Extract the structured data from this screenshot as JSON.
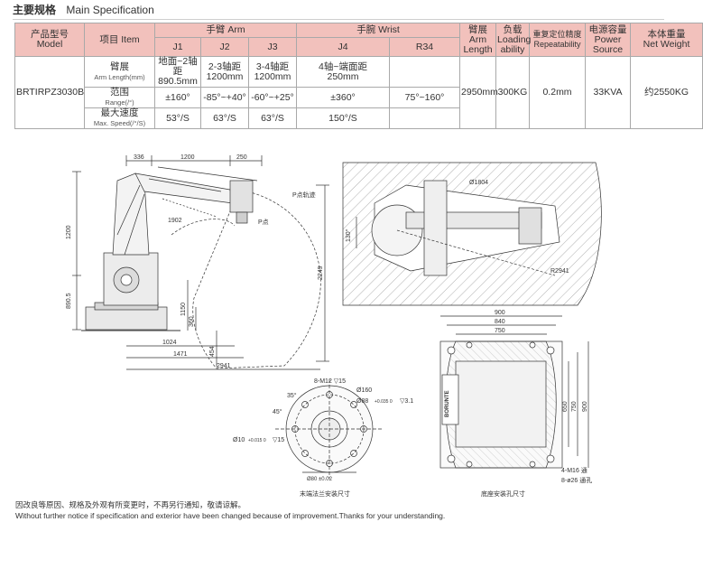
{
  "header": {
    "title_cn": "主要规格",
    "title_en": "Main Specification"
  },
  "table": {
    "model_cn": "产品型号",
    "model_en": "Model",
    "item_cn": "项目",
    "item_en": "Item",
    "arm_group": "手臂 Arm",
    "wrist_group": "手腕 Wrist",
    "j1": "J1",
    "j2": "J2",
    "j3": "J3",
    "j4": "J4",
    "r34": "R34",
    "arm_length_cn": "臂展",
    "arm_length_en1": "Arm",
    "arm_length_en2": "Length",
    "load_cn": "负载",
    "load_en1": "Loading",
    "load_en2": "ability",
    "repeat_cn": "重复定位精度",
    "repeat_en": "Repeatability",
    "power_cn": "电源容量",
    "power_en1": "Power",
    "power_en2": "Source",
    "weight_cn": "本体重量",
    "weight_en": "Net Weight",
    "row1_cn": "臂展",
    "row1_en": "Arm Length(mm)",
    "row2_cn": "范围",
    "row2_en": "Range(/°)",
    "row3_cn": "最大速度",
    "row3_en": "Max. Speed(/°/S)",
    "model_value": "BRTIRPZ3030B",
    "j1_len_a": "地面~2轴距",
    "j1_len_b": "890.5mm",
    "j2_len_a": "2-3轴距",
    "j2_len_b": "1200mm",
    "j3_len_a": "3-4轴距",
    "j3_len_b": "1200mm",
    "j4_len_a": "4轴~端面距",
    "j4_len_b": "250mm",
    "j1_range": "±160°",
    "j2_range": "-85°~+40°",
    "j3_range": "-60°~+25°",
    "j4_range": "±360°",
    "r34_range": "75°~160°",
    "j1_speed": "53°/S",
    "j2_speed": "63°/S",
    "j3_speed": "63°/S",
    "j4_speed": "150°/S",
    "arm_length_value": "2950mm",
    "load_value": "300KG",
    "repeat_value": "0.2mm",
    "power_value": "33KVA",
    "weight_value": "约2550KG"
  },
  "side_view": {
    "dim_top_1": "336",
    "dim_top_2": "1200",
    "dim_top_3": "250",
    "dim_left_1": "1200",
    "dim_left_2": "890.5",
    "dim_1902": "1902",
    "dim_1150": "1150",
    "dim_360": "360",
    "dim_454": "454",
    "dim_2249": "2249",
    "dim_1024": "1024",
    "dim_1471": "1471",
    "dim_2941": "2941",
    "label_p_track": "P点轨迹",
    "label_p": "P点"
  },
  "top_view": {
    "dim_1804": "Ø1804",
    "dim_130": "130°",
    "dim_r2941": "R2941"
  },
  "flange": {
    "m12": "8-M12 ▽15",
    "d160": "Ø160",
    "d88": "Ø88",
    "d88_tol": "+0.035 0",
    "d88_depth": "▽3.1",
    "d10": "Ø10",
    "d10_tol": "+0.015 0",
    "d10_depth": "▽15",
    "ang35": "35°",
    "ang45": "45°",
    "dim_80": "Ø80 ±0.02",
    "caption": "末端法兰安装尺寸"
  },
  "base": {
    "dim_900": "900",
    "dim_840": "840",
    "dim_750": "750",
    "dim_v650": "650",
    "dim_v750": "750",
    "dim_v900": "900",
    "m16": "4-M16 通",
    "d26": "8-ø26 通孔",
    "brand": "BORUNTE",
    "caption": "底座安装孔尺寸"
  },
  "notice": {
    "cn": "因改良等原因、规格及外观有所变更时，不再另行通知，敬请谅解。",
    "en": "Without further notice if specification and exterior have been changed because of improvement.Thanks for your understanding."
  }
}
